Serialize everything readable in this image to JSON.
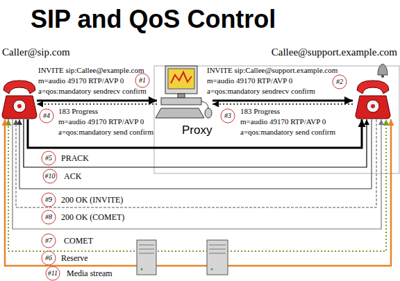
{
  "diagram": {
    "title": "SIP and QoS Control",
    "nodes": [
      {
        "text": [
          "Caller@sip.com"
        ]
      },
      {
        "text": [
          "Proxy"
        ]
      },
      {
        "text": [
          "Callee@support.example.com"
        ]
      }
    ],
    "edges": [
      {
        "from": 0,
        "to": 1,
        "label": "INVITE sip:Callee@example.com m=audio 49170 RTP/AVP 0 a=qos:mandatory sendrecv confirm",
        "arrow": "to"
      },
      {
        "from": 1,
        "to": 2,
        "label": "INVITE sip:Callee@support.example.com m=audio 49170 RTP/AVP 0 a=qos:mandatory sendrecv confirm",
        "arrow": "to"
      },
      {
        "from": 2,
        "to": 1,
        "label": "183 Progress m=audio 49170 RTP/AVP 0 a=qos:mandatory send confirm",
        "arrow": "to"
      },
      {
        "from": 1,
        "to": 0,
        "label": "183 Progress m=audio 49170 RTP/AVP 0 a=qos:mandatory send confirm",
        "arrow": "to"
      },
      {
        "from": 0,
        "to": 2,
        "label": "PRACK",
        "arrow": "to"
      },
      {
        "from": 0,
        "to": 2,
        "label": "ACK",
        "arrow": "to"
      },
      {
        "from": 2,
        "to": 0,
        "label": "200 OK (INVITE)",
        "arrow": "to"
      },
      {
        "from": 2,
        "to": 0,
        "label": "200 OK (COMET)",
        "arrow": "to"
      },
      {
        "from": 0,
        "to": 2,
        "label": "COMET",
        "arrow": "to"
      },
      {
        "from": 0,
        "to": 2,
        "label": "Reserve",
        "arrow": "both"
      },
      {
        "from": 0,
        "to": 2,
        "label": "Media stream",
        "arrow": "both"
      }
    ],
    "labels": [
      "#1",
      "#2",
      "#3",
      "#4",
      "#5",
      "#10",
      "#9",
      "#8",
      "#7",
      "#6",
      "#11"
    ]
  }
}
